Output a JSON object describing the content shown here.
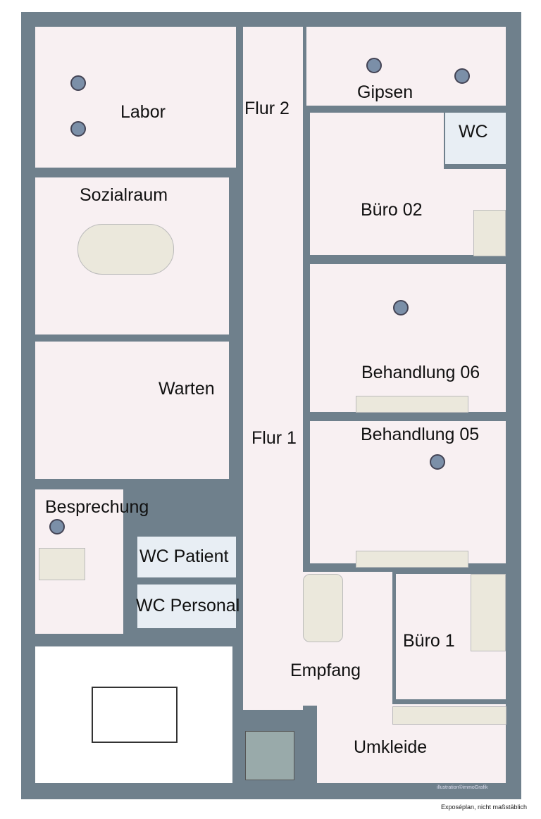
{
  "rooms": {
    "labor": "Labor",
    "flur2": "Flur 2",
    "gipsen": "Gipsen",
    "wc": "WC",
    "buero02": "Büro 02",
    "sozialraum": "Sozialraum",
    "behandlung06": "Behandlung 06",
    "warten": "Warten",
    "flur1": "Flur 1",
    "behandlung05": "Behandlung 05",
    "besprechung": "Besprechung",
    "wc_patient": "WC Patient",
    "wc_personal": "WC Personal",
    "buero1": "Büro 1",
    "empfang": "Empfang",
    "umkleide": "Umkleide"
  },
  "credit": "illustration©immoGrafik",
  "note": "Exposéplan, nicht maßstäblich",
  "colors": {
    "wall": "#6f808c",
    "floor": "#f8f0f2"
  }
}
